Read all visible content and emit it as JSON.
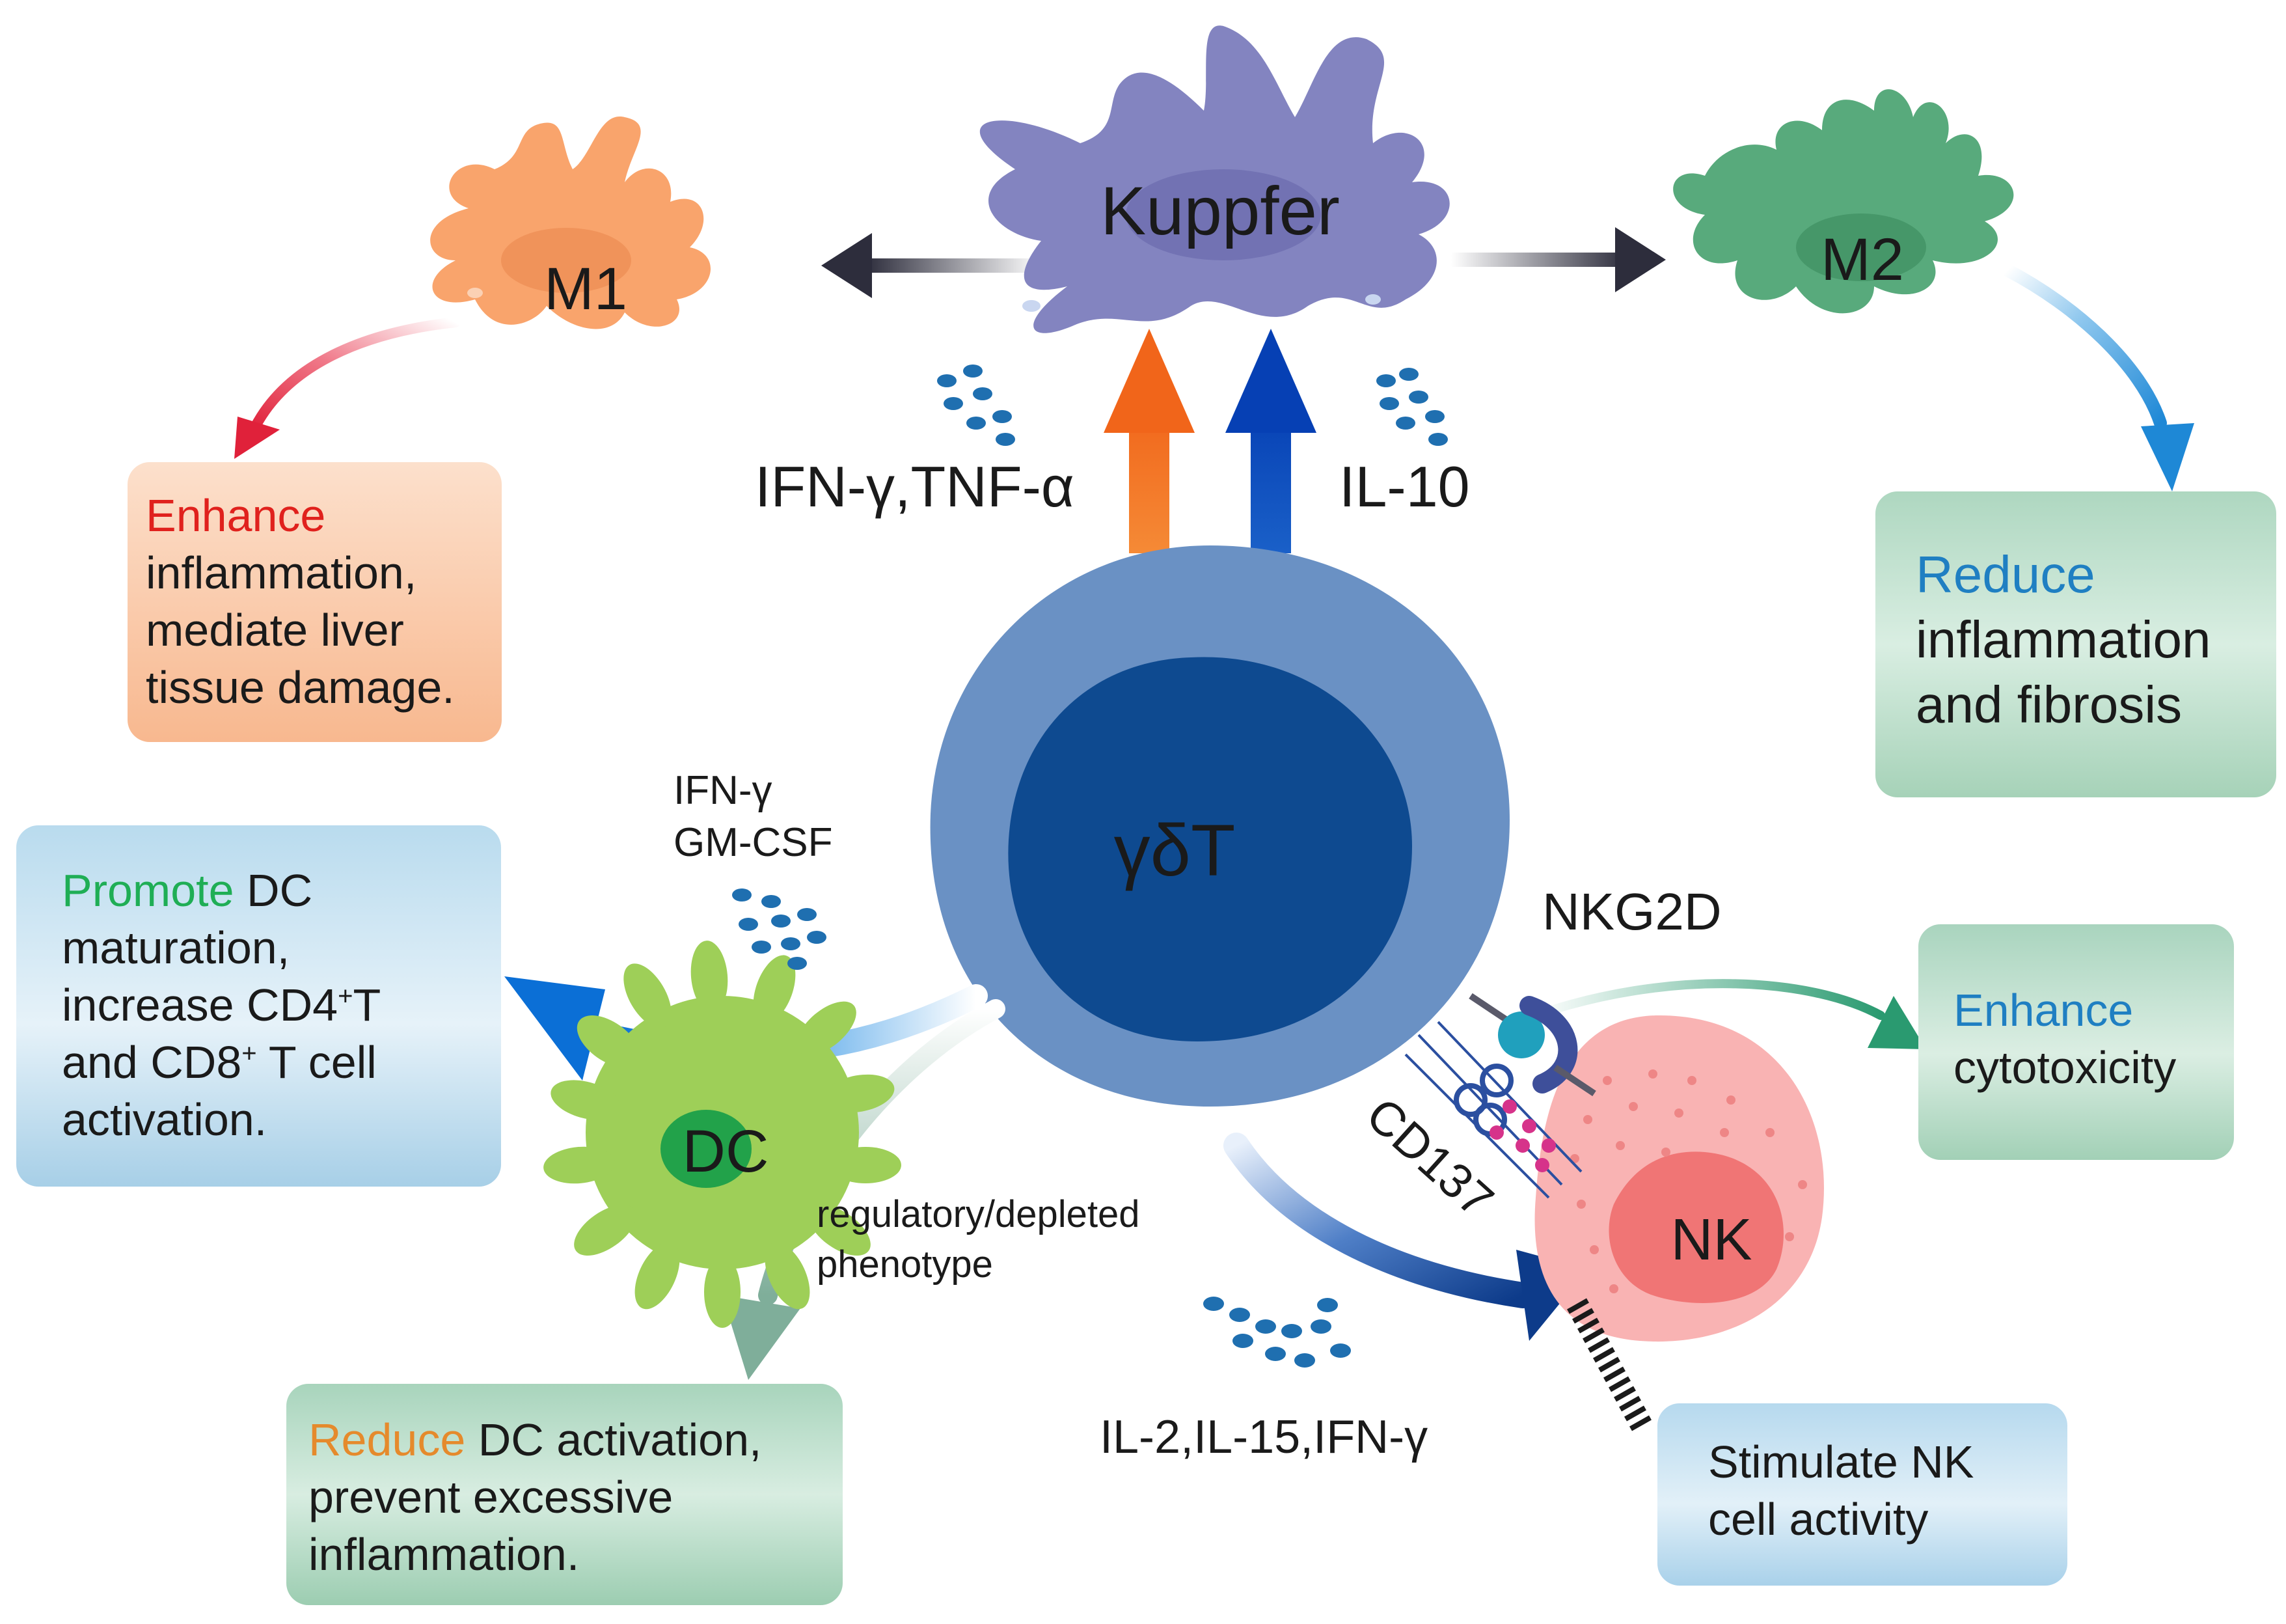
{
  "cells": {
    "kuppfer": "Kuppfer",
    "m1": "M1",
    "m2": "M2",
    "gdt": "γδT",
    "dc": "DC",
    "nk": "NK"
  },
  "cytokines": {
    "ifn_tnf": "IFN-γ,TNF-α",
    "il10": "IL-10",
    "dc_ifn": "IFN-γ",
    "dc_gmcsf": "GM-CSF",
    "nk_cytokines": "IL-2,IL-15,IFN-γ"
  },
  "receptors": {
    "nkg2d": "NKG2D",
    "cd137": "CD137"
  },
  "labels": {
    "regulatory_line1": "regulatory/depleted",
    "regulatory_line2": "phenotype"
  },
  "boxes": {
    "m1": {
      "highlight": "Enhance",
      "lines": [
        "inflammation,",
        "mediate liver",
        "tissue damage."
      ]
    },
    "m2": {
      "highlight": "Reduce",
      "lines": [
        "inflammation",
        "and fibrosis"
      ]
    },
    "dc_promote": {
      "highlight": "Promote",
      "line1_rest": " DC",
      "line2": "maturation,",
      "line3_a": "increase CD4",
      "line3_sup": "+",
      "line3_b": "T",
      "line4_a": "and CD8",
      "line4_sup": "+",
      "line4_b": " T cell",
      "line5": "activation."
    },
    "dc_reduce": {
      "highlight": "Reduce",
      "line1_rest": " DC activation,",
      "line2": "prevent excessive",
      "line3": "inflammation."
    },
    "cytotoxicity": {
      "highlight": "Enhance",
      "line2": "cytotoxicity"
    },
    "nk_activity": {
      "line1": "Stimulate NK",
      "line2": "cell activity"
    }
  },
  "colors": {
    "kuppfer": "#8384c0",
    "m1": "#f9a46c",
    "m2": "#58aa7c",
    "gdt_outer": "#6a91c4",
    "gdt_inner": "#0e4a90",
    "dc": "#9ecf58",
    "dc_nucleus": "#22a24a",
    "nk": "#f9b3b3",
    "nk_nucleus": "#f07575",
    "arrow_orange": "#f27425",
    "arrow_blue": "#0a4fbf",
    "dots": "#1f6fb0",
    "text_enhance_red": "#e0211d",
    "text_blue": "#1f7fc2",
    "text_green": "#1fae55",
    "text_orange": "#e58a2c"
  }
}
